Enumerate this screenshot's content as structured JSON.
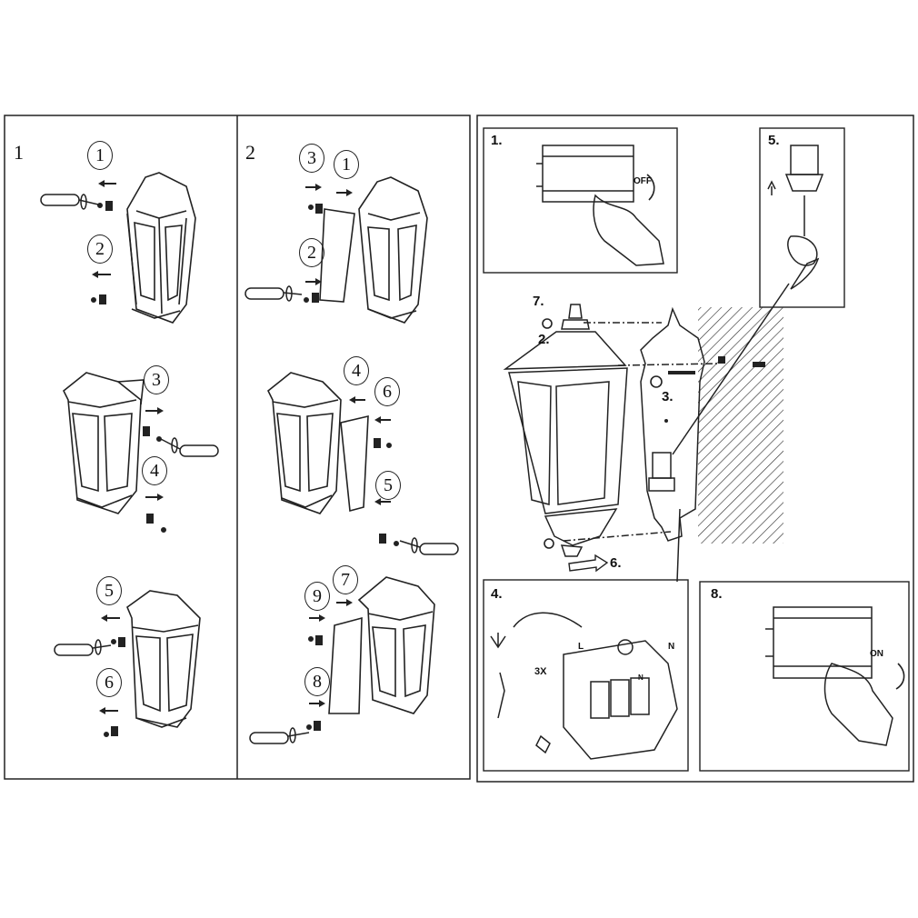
{
  "panel_left": {
    "number_a": "1",
    "number_b": "2"
  },
  "callouts_a": [
    "1",
    "2",
    "3",
    "4",
    "5",
    "6"
  ],
  "callouts_b": [
    "3",
    "1",
    "2",
    "4",
    "6",
    "5",
    "9",
    "7",
    "8"
  ],
  "steps": {
    "s1": "1.",
    "s2": "2.",
    "s3": "3.",
    "s4": "4.",
    "s5": "5.",
    "s6": "6.",
    "s7": "7.",
    "s8": "8."
  },
  "switch_labels": {
    "off": "OFF",
    "on": "ON"
  },
  "wiring": {
    "repeat": "3X",
    "L": "L",
    "N": "N",
    "N_small": "N"
  }
}
